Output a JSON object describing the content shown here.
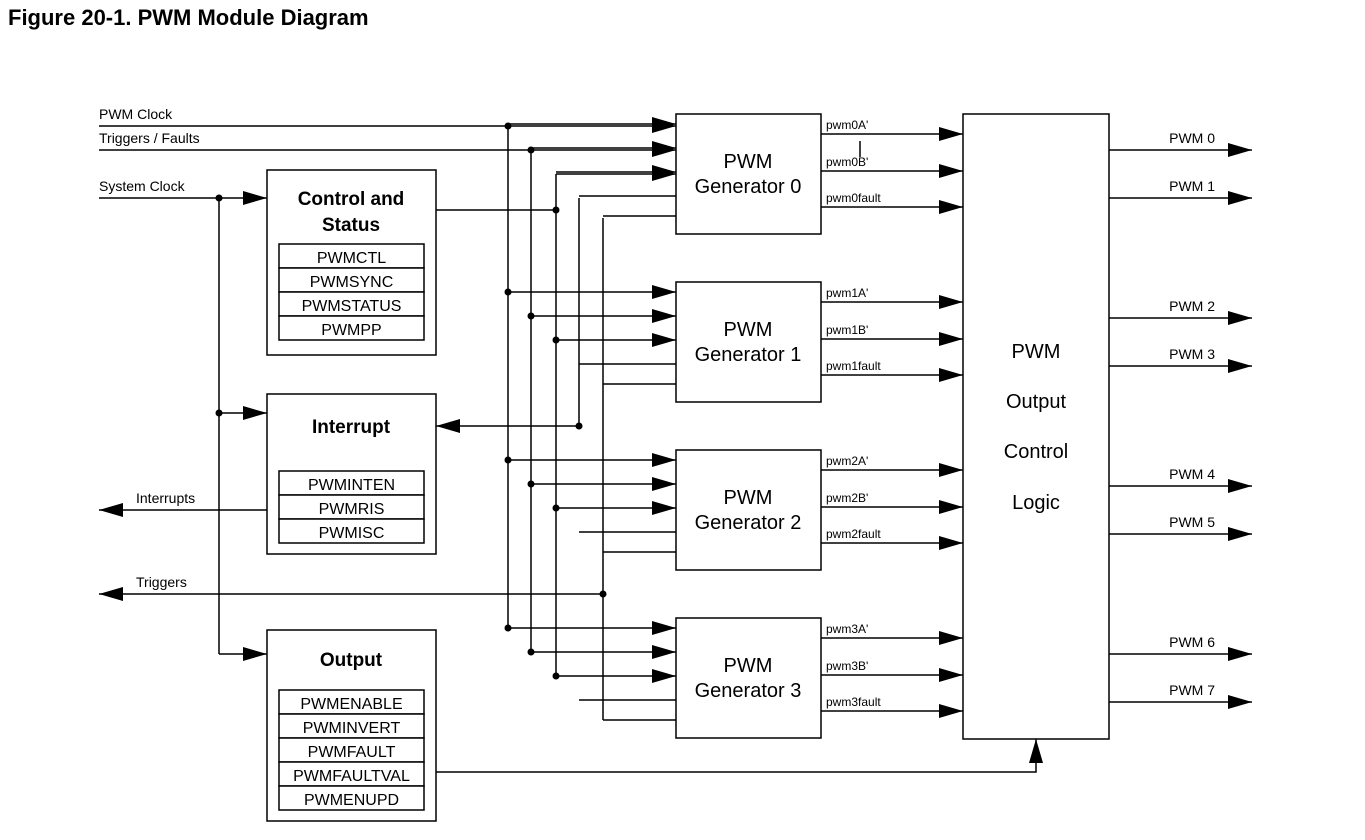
{
  "title": "Figure 20-1. PWM Module Diagram",
  "inputs": {
    "pwm_clock": "PWM Clock",
    "triggers_faults": "Triggers / Faults",
    "system_clock": "System Clock"
  },
  "outputs_left": {
    "interrupts": "Interrupts",
    "triggers": "Triggers"
  },
  "blocks": {
    "control": {
      "title_lines": [
        "Control and",
        "Status"
      ],
      "registers": [
        "PWMCTL",
        "PWMSYNC",
        "PWMSTATUS",
        "PWMPP"
      ]
    },
    "interrupt": {
      "title": "Interrupt",
      "registers": [
        "PWMINTEN",
        "PWMRIS",
        "PWMISC"
      ]
    },
    "output": {
      "title": "Output",
      "registers": [
        "PWMENABLE",
        "PWMINVERT",
        "PWMFAULT",
        "PWMFAULTVAL",
        "PWMENUPD"
      ]
    },
    "output_logic": {
      "lines": [
        "PWM",
        "Output",
        "Control",
        "Logic"
      ]
    }
  },
  "generators": [
    {
      "line1": "PWM",
      "line2": "Generator 0",
      "signals": [
        "pwm0A'",
        "pwm0B'",
        "pwm0fault"
      ]
    },
    {
      "line1": "PWM",
      "line2": "Generator 1",
      "signals": [
        "pwm1A'",
        "pwm1B'",
        "pwm1fault"
      ]
    },
    {
      "line1": "PWM",
      "line2": "Generator 2",
      "signals": [
        "pwm2A'",
        "pwm2B'",
        "pwm2fault"
      ]
    },
    {
      "line1": "PWM",
      "line2": "Generator 3",
      "signals": [
        "pwm3A'",
        "pwm3B'",
        "pwm3fault"
      ]
    }
  ],
  "pwm_outputs": [
    "PWM 0",
    "PWM 1",
    "PWM 2",
    "PWM 3",
    "PWM 4",
    "PWM 5",
    "PWM 6",
    "PWM 7"
  ]
}
